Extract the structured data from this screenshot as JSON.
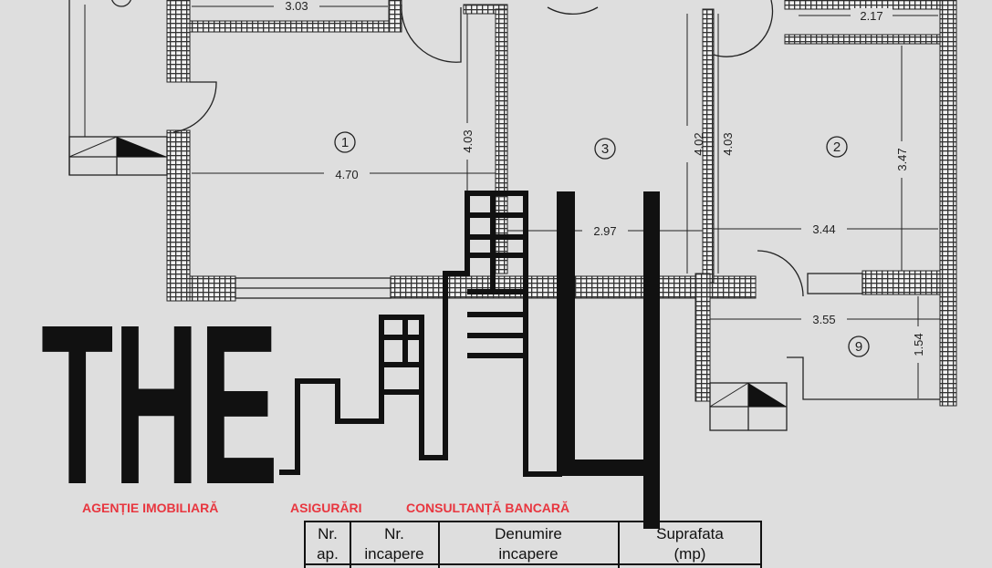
{
  "dimensions": {
    "top_left_width": "3.03",
    "top_right_width": "2.17",
    "room1_width": "4.70",
    "room1_height": "4.03",
    "room3_height": "4.02",
    "room2_height_left": "4.03",
    "room2_height_right": "3.47",
    "room3_width": "2.97",
    "room2_width": "3.44",
    "room9_width": "3.55",
    "room9_height": "1.54"
  },
  "rooms": {
    "r1": "1",
    "r2": "2",
    "r3": "3",
    "r9": "9"
  },
  "logo": {
    "text": "THE",
    "digit": "4"
  },
  "services": [
    "AGENȚIE IMOBILIARĂ",
    "ASIGURĂRI",
    "CONSULTANȚĂ BANCARĂ"
  ],
  "table": {
    "headers": [
      [
        "Nr.",
        "ap."
      ],
      [
        "Nr.",
        "incapere"
      ],
      [
        "Denumire",
        "incapere"
      ],
      [
        "Suprafata",
        "(mp)"
      ]
    ]
  },
  "colors": {
    "background": "#dedede",
    "ink": "#111111",
    "accent": "#e8363f"
  }
}
